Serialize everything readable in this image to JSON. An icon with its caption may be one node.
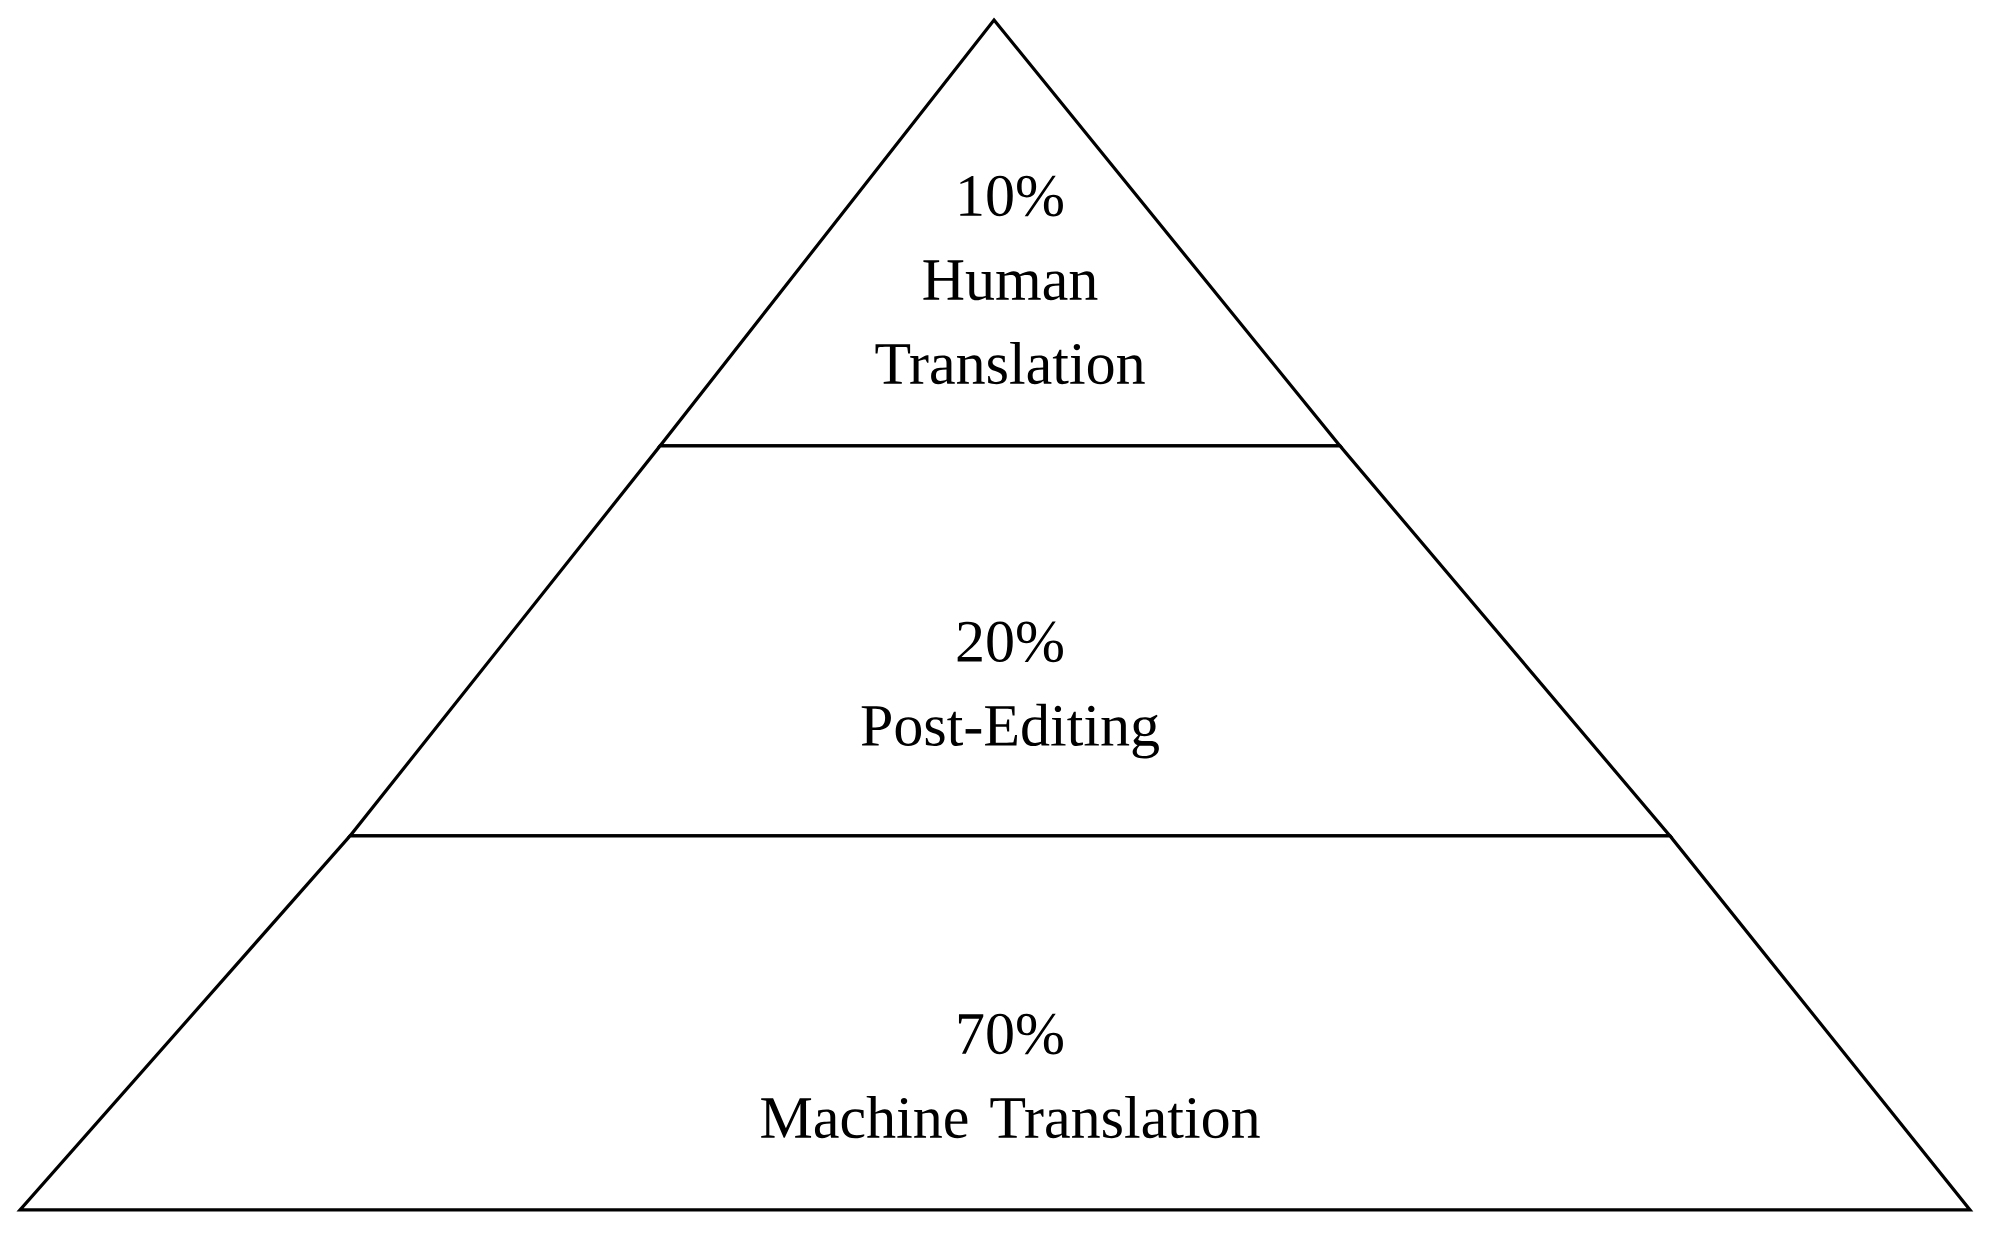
{
  "diagram": {
    "nodes": [
      {
        "text": [
          "10%",
          "Human Translation"
        ]
      },
      {
        "text": [
          "20%",
          "Post-Editing"
        ]
      },
      {
        "text": [
          "70%",
          "Machine Translation"
        ]
      }
    ]
  }
}
